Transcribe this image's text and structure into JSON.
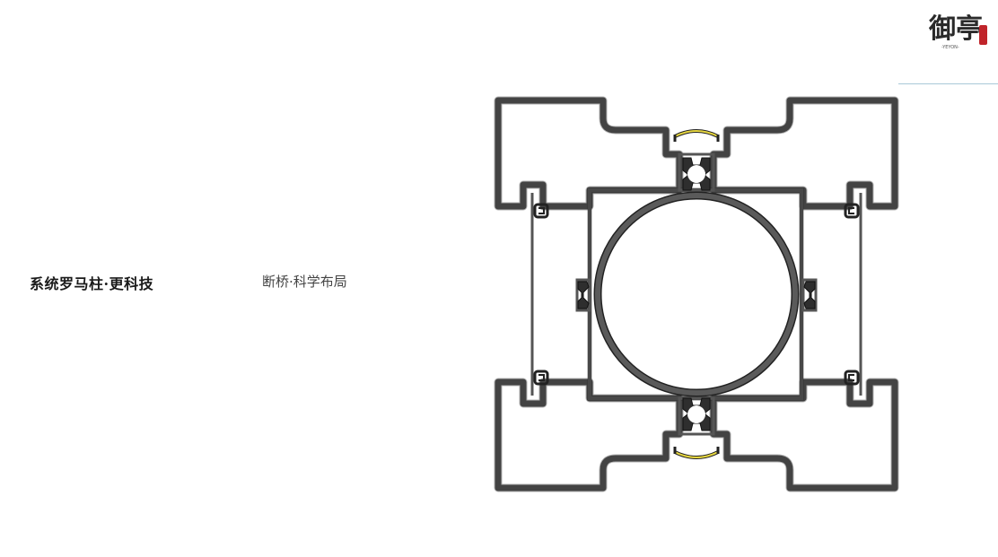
{
  "brand": {
    "logo_text": "御亭",
    "logo_subtext": "-YEYON-",
    "seal_text": "御亭",
    "seal_color": "#c0242a"
  },
  "content": {
    "title": "系统罗马柱·更科技",
    "subtitle": "断桥·科学布局"
  },
  "drawing": {
    "description": "Cross-section of a system Roman column aluminium profile with thermal break",
    "profile_color": "#555555",
    "outline_color": "#222222",
    "insulation_strip_color": "#2e2e2e",
    "gasket_color": "#e8d840",
    "accent_line_color": "#a9c8d8"
  }
}
